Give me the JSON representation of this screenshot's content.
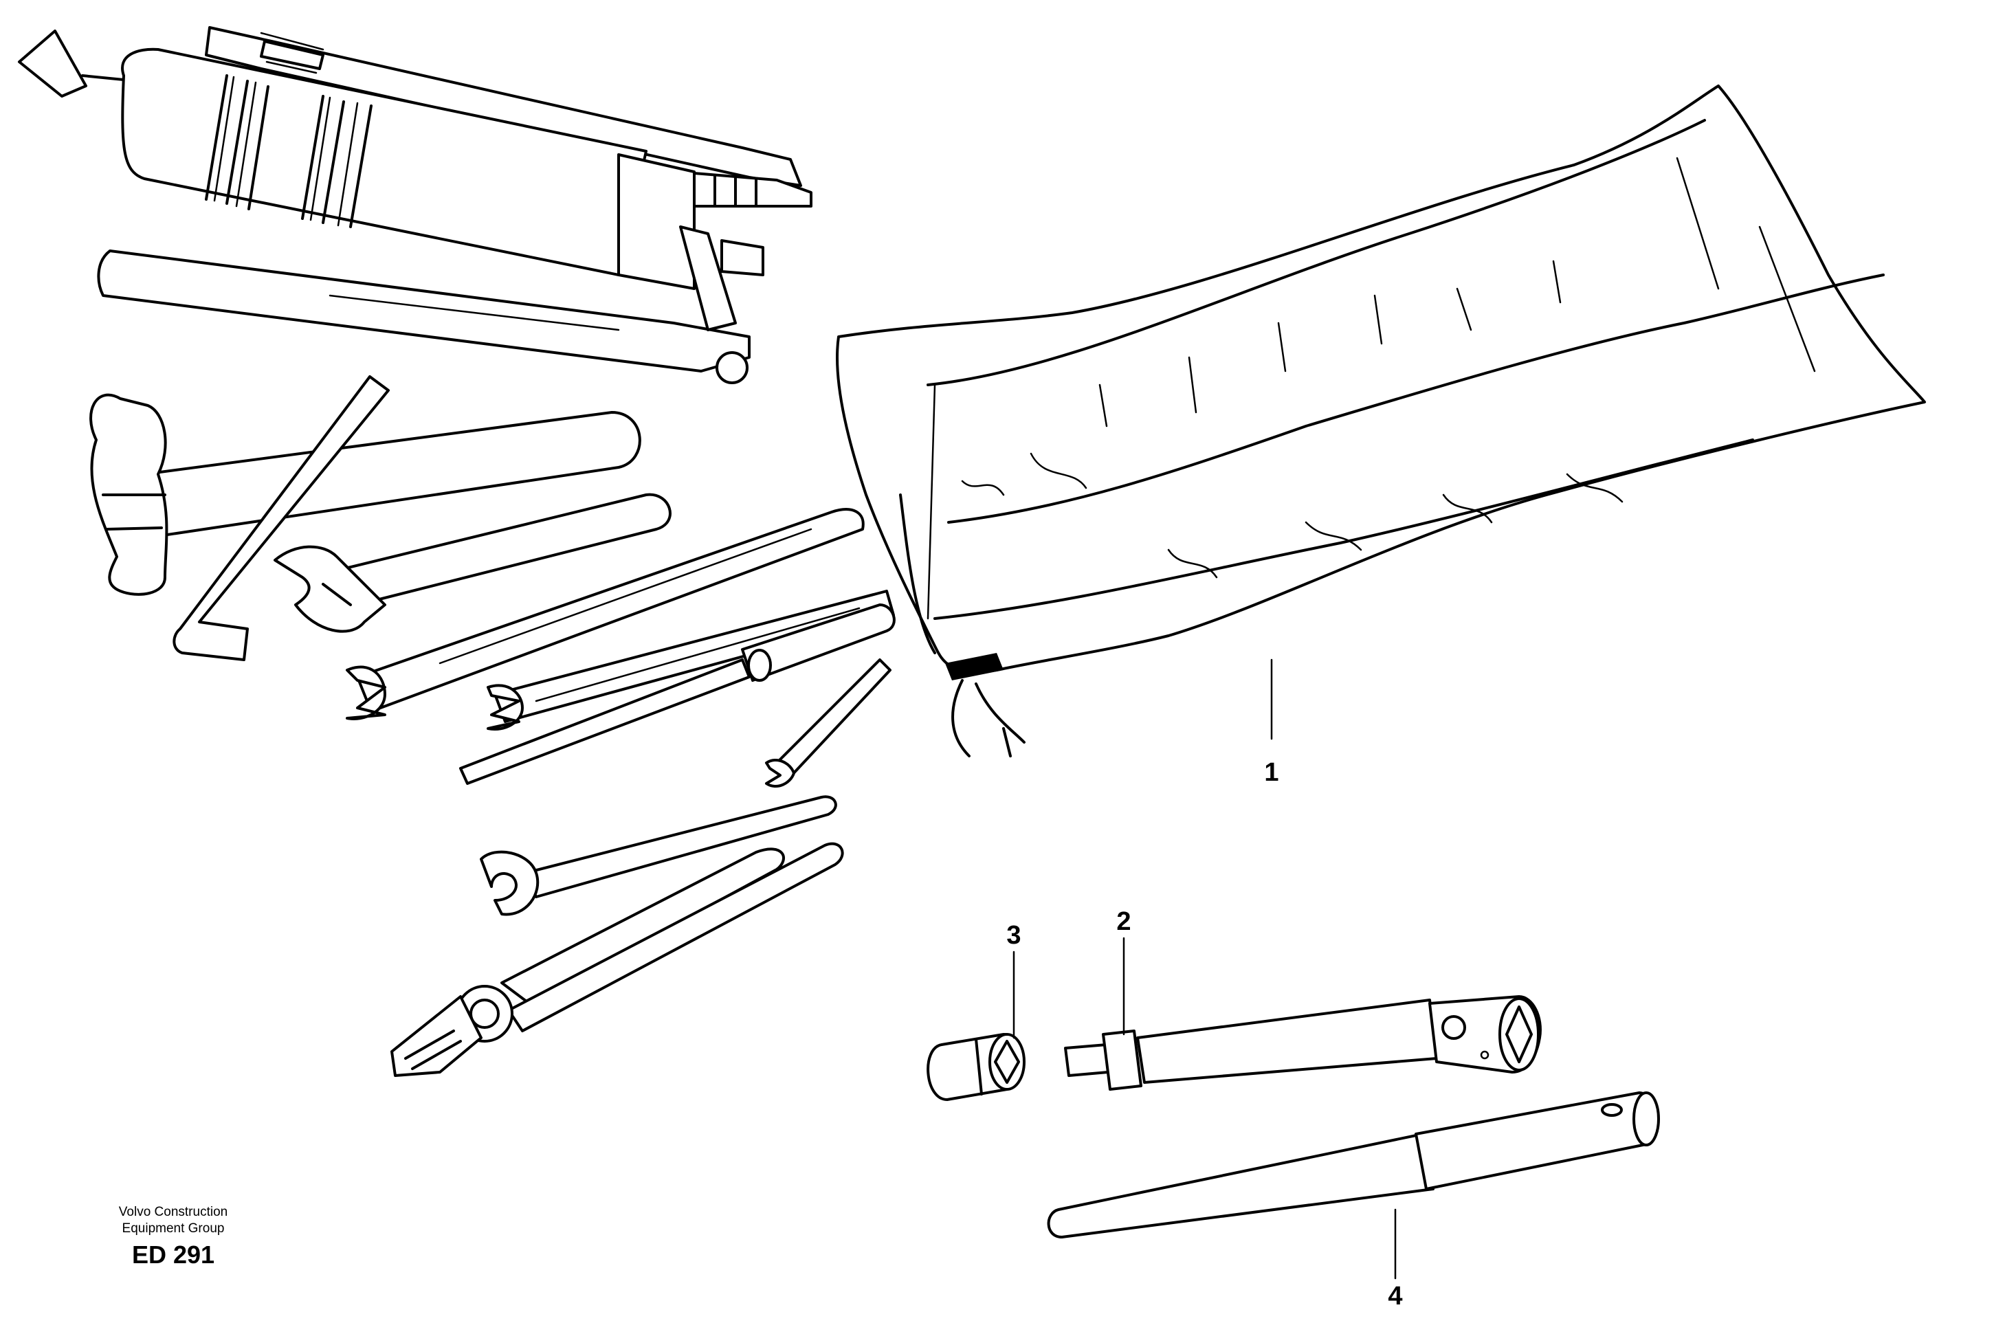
{
  "callouts": [
    {
      "id": "1",
      "label": "1"
    },
    {
      "id": "2",
      "label": "2"
    },
    {
      "id": "3",
      "label": "3"
    },
    {
      "id": "4",
      "label": "4"
    }
  ],
  "credit": {
    "line1": "Volvo Construction",
    "line2": "Equipment Group",
    "code": "ED 291"
  }
}
